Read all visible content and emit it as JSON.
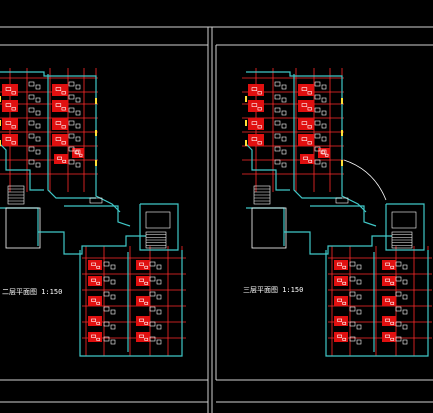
{
  "drawing": {
    "background": "#000000",
    "colors": {
      "frame": "#cfcfcf",
      "wall": "#40c8c8",
      "room_fill": "#e01010",
      "grid_line": "#ff2a2a",
      "fixture": "#ffffff",
      "window": "#ffe23a"
    },
    "sheets": [
      {
        "id": "left",
        "caption": "二层平面图 1:150"
      },
      {
        "id": "right",
        "caption": "三层平面图 1:150"
      }
    ]
  }
}
